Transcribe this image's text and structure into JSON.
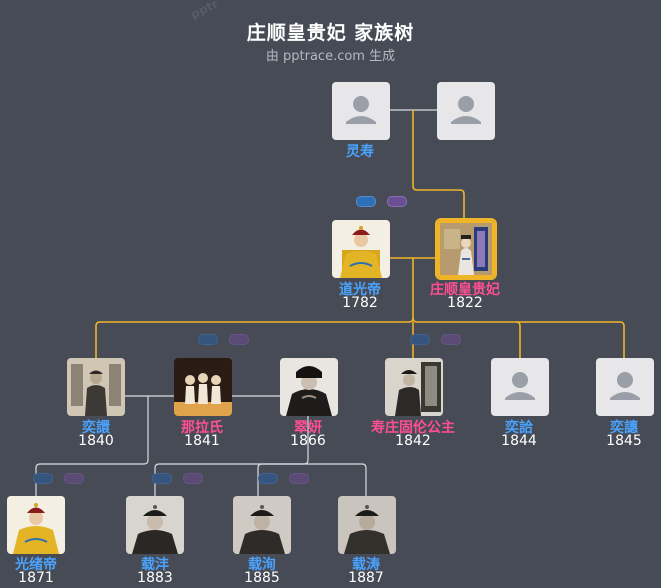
{
  "header": {
    "title": "庄顺皇贵妃 家族树",
    "subtitle": "由 pptrace.com 生成",
    "watermark": "pptr"
  },
  "colors": {
    "background": "#474b55",
    "male_name": "#4aa3ff",
    "female_name": "#ff4f93",
    "highlight_line": "#f0b429",
    "line": "#d9dce1"
  },
  "people": {
    "lingshou": {
      "name": "灵寿",
      "year": ""
    },
    "lingshou_spouse": {
      "name": "",
      "year": ""
    },
    "daoguang": {
      "name": "道光帝",
      "year": "1782"
    },
    "zhuangshun": {
      "name": "庄顺皇贵妃",
      "year": "1822"
    },
    "yixuan": {
      "name": "奕譞",
      "year": "1840"
    },
    "nala": {
      "name": "那拉氏",
      "year": "1841"
    },
    "cuiyan": {
      "name": "翠妍",
      "year": "1866"
    },
    "shouzhuang": {
      "name": "寿庄固伦公主",
      "year": "1842"
    },
    "yihe": {
      "name": "奕詥",
      "year": "1844"
    },
    "yihui": {
      "name": "奕譓",
      "year": "1845"
    },
    "guangxu": {
      "name": "光绪帝",
      "year": "1871"
    },
    "zaifeng": {
      "name": "载沣",
      "year": "1883"
    },
    "zaixun": {
      "name": "载洵",
      "year": "1885"
    },
    "zaitao": {
      "name": "载涛",
      "year": "1887"
    }
  }
}
